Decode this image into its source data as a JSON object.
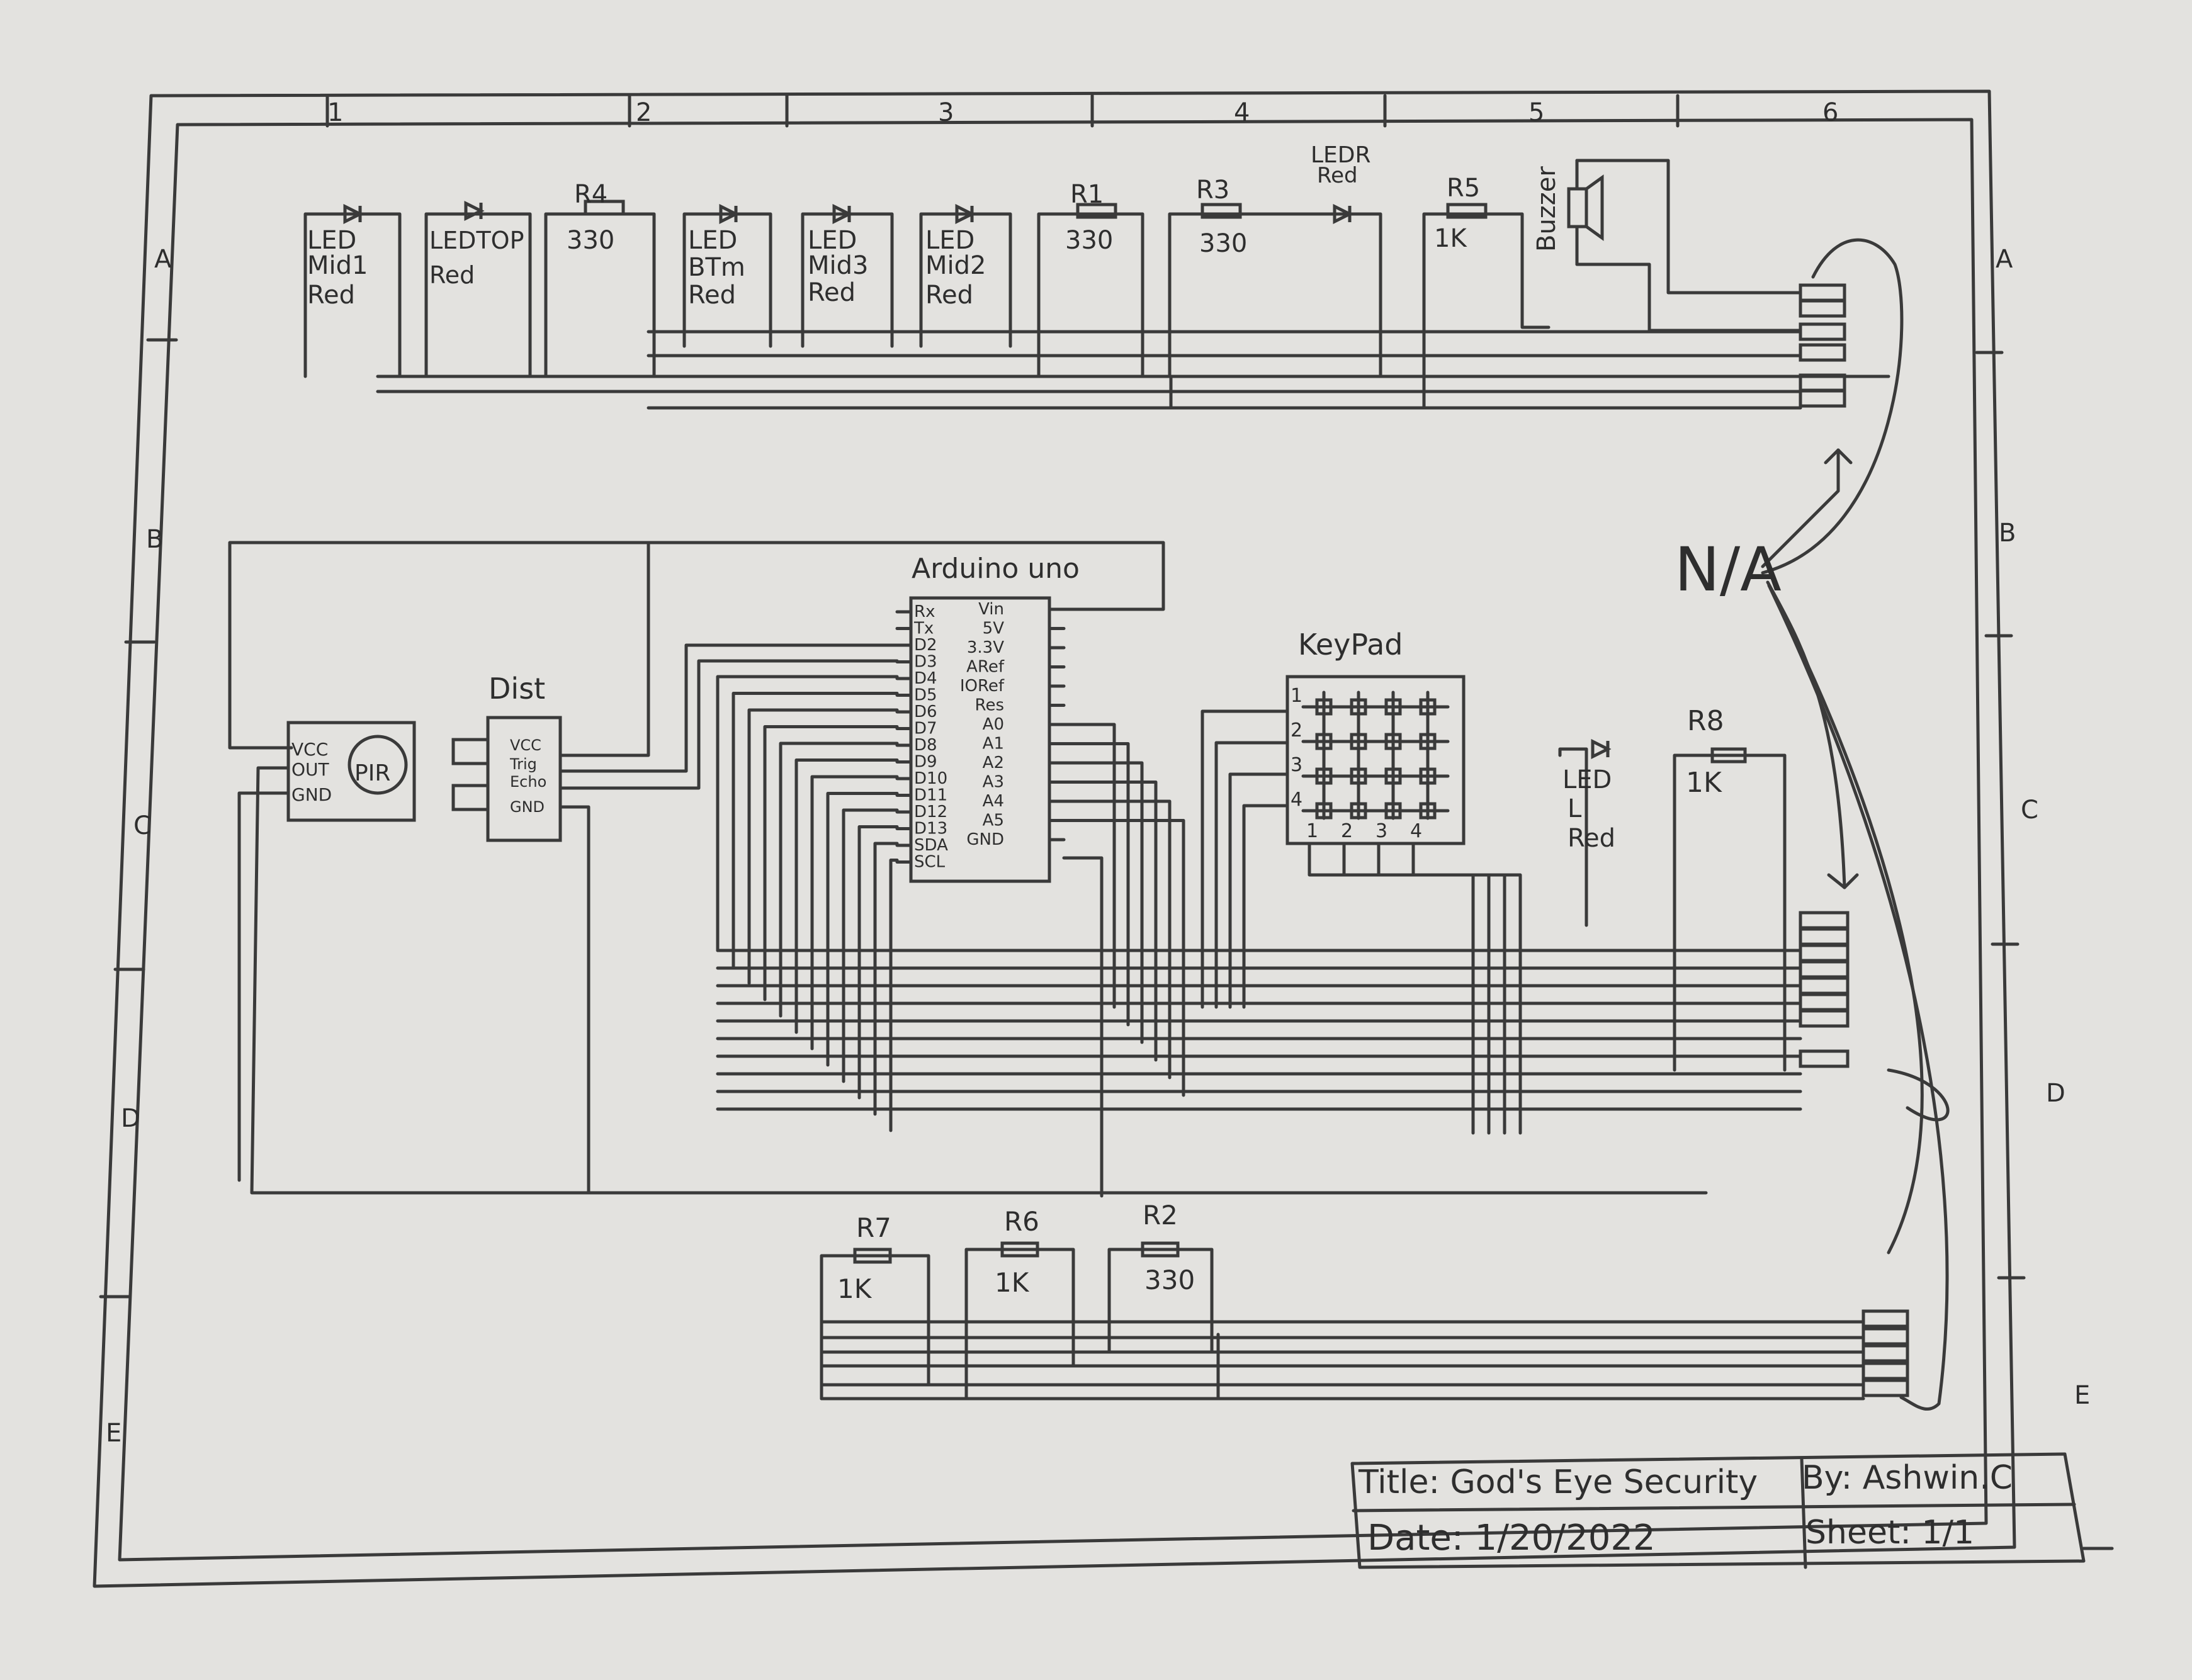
{
  "sheet": {
    "zone_columns": [
      "1",
      "2",
      "3",
      "4",
      "5",
      "6"
    ],
    "zone_rows": [
      "A",
      "B",
      "C",
      "D",
      "E"
    ]
  },
  "title_block": {
    "title": "Title: God's Eye Security",
    "by": "By: Ashwin.C",
    "date": "Date: 1/20/2022",
    "sheet": "Sheet: 1/1"
  },
  "top_row": {
    "led_mid1": [
      "LED",
      "Mid1",
      "Red"
    ],
    "led_top": [
      "LEDTOP",
      "Red"
    ],
    "r4": {
      "name": "R4",
      "value": "330"
    },
    "led_btm": [
      "LED",
      "BTm",
      "Red"
    ],
    "led_mid3": [
      "LED",
      "Mid3",
      "Red"
    ],
    "led_mid2": [
      "LED",
      "Mid2",
      "Red"
    ],
    "r1": {
      "name": "R1",
      "value": "330"
    },
    "r3": {
      "name": "R3",
      "value": "330"
    },
    "led_r": [
      "LEDR",
      "Red"
    ],
    "r5": {
      "name": "R5",
      "value": "1K"
    },
    "buzzer": "Buzzer"
  },
  "arduino": {
    "title": "Arduino uno",
    "left_pins": [
      "Rx",
      "Tx",
      "D2",
      "D3",
      "D4",
      "D5",
      "D6",
      "D7",
      "D8",
      "D9",
      "D10",
      "D11",
      "D12",
      "D13",
      "SDA",
      "SCL"
    ],
    "right_pins": [
      "Vin",
      "5V",
      "3.3V",
      "ARef",
      "IORef",
      "Res",
      "A0",
      "A1",
      "A2",
      "A3",
      "A4",
      "A5",
      "GND"
    ]
  },
  "pir": {
    "pins": [
      "VCC",
      "OUT",
      "GND"
    ],
    "label": "PIR"
  },
  "dist": {
    "title": "Dist",
    "pins": [
      "VCC",
      "Trig",
      "Echo",
      "GND"
    ]
  },
  "keypad": {
    "title": "KeyPad",
    "rows": [
      "1",
      "2",
      "3",
      "4"
    ],
    "cols": [
      "1",
      "2",
      "3",
      "4"
    ]
  },
  "led_l": [
    "LED",
    "L",
    "Red"
  ],
  "r8": {
    "name": "R8",
    "value": "1K"
  },
  "bottom_row": {
    "r7": {
      "name": "R7",
      "value": "1K"
    },
    "r6": {
      "name": "R6",
      "value": "1K"
    },
    "r2": {
      "name": "R2",
      "value": "330"
    }
  },
  "na_label": "N/A"
}
